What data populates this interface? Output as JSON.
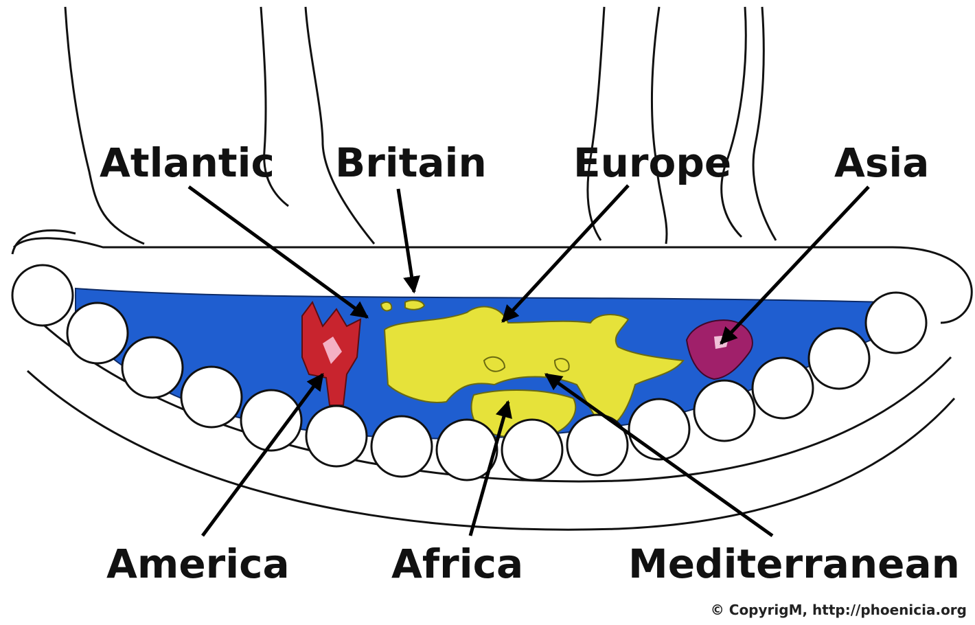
{
  "labels": {
    "atlantic": "Atlantic",
    "britain": "Britain",
    "europe": "Europe",
    "asia": "Asia",
    "america": "America",
    "africa": "Africa",
    "mediterranean": "Mediterranean"
  },
  "copyright": "© CopyrigM, http://phoenicia.org",
  "colors": {
    "ocean": "#1f5ed0",
    "europe_africa": "#e6e23a",
    "america": "#c8242e",
    "asia": "#a0206a",
    "outline": "#111111",
    "arrow": "#000000"
  }
}
